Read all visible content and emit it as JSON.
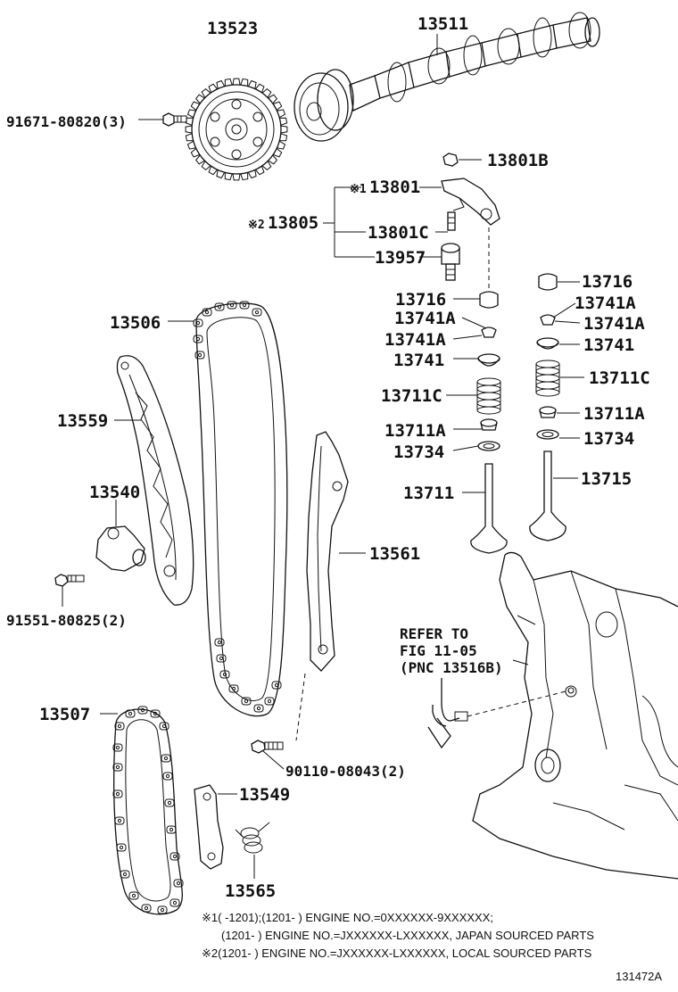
{
  "parts": {
    "p13523": "13523",
    "p13511": "13511",
    "p91671": "91671-80820(3)",
    "p13801B": "13801B",
    "p13801": "13801",
    "mark1_13801": "※1",
    "p13805": "13805",
    "mark2_13805": "※2",
    "p13801C": "13801C",
    "p13957": "13957",
    "p13716_l": "13716",
    "p13716_r": "13716",
    "p13506": "13506",
    "p13741A_l1": "13741A",
    "p13741A_l2": "13741A",
    "p13741A_r1": "13741A",
    "p13741A_r2": "13741A",
    "p13741_l": "13741",
    "p13741_r": "13741",
    "p13711C_l": "13711C",
    "p13711C_r": "13711C",
    "p13559": "13559",
    "p13711A_l": "13711A",
    "p13711A_r": "13711A",
    "p13734_l": "13734",
    "p13734_r": "13734",
    "p13540": "13540",
    "p13711": "13711",
    "p13715": "13715",
    "p13561": "13561",
    "p91551": "91551-80825(2)",
    "p13507": "13507",
    "p90110": "90110-08043(2)",
    "p13549": "13549",
    "p13565": "13565"
  },
  "refer": {
    "line1": "REFER TO",
    "line2": "FIG 11-05",
    "line3": "(PNC 13516B)"
  },
  "notes": {
    "line1": "※1(      -1201);(1201-      ) ENGINE NO.=0XXXXXX-9XXXXXX;",
    "line2": "(1201-      ) ENGINE NO.=JXXXXXX-LXXXXXX, JAPAN SOURCED PARTS",
    "line3": "※2(1201-      ) ENGINE NO.=JXXXXXX-LXXXXXX, LOCAL SOURCED PARTS"
  },
  "figure_id": "131472A"
}
